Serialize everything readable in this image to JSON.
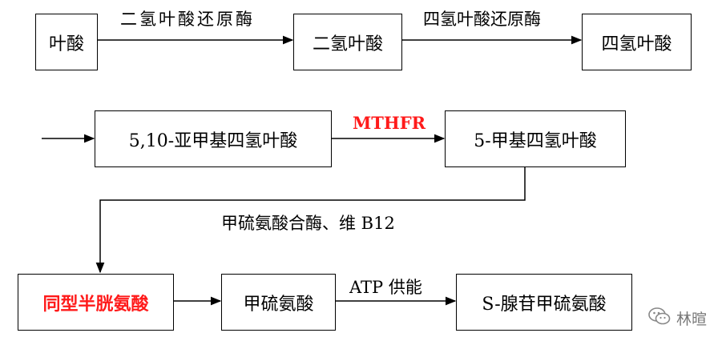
{
  "nodes": {
    "folic_acid": "叶酸",
    "dihydrofolate": "二氢叶酸",
    "tetrahydrofolate": "四氢叶酸",
    "methylene_thf": "5,10-亚甲基四氢叶酸",
    "methyl_thf": "5-甲基四氢叶酸",
    "homocysteine": "同型半胱氨酸",
    "methionine": "甲硫氨酸",
    "sam": "S-腺苷甲硫氨酸"
  },
  "edges": {
    "dhfr1": "二氢叶酸还原酶",
    "dhfr2": "四氢叶酸还原酶",
    "mthfr": "MTHFR",
    "synthase": "甲硫氨酸合酶、维 B12",
    "atp": "ATP 供能"
  },
  "colors": {
    "highlight": "#ff1a1a",
    "line": "#000000"
  },
  "watermark": {
    "icon": "wechat-icon",
    "text": "林暄"
  }
}
